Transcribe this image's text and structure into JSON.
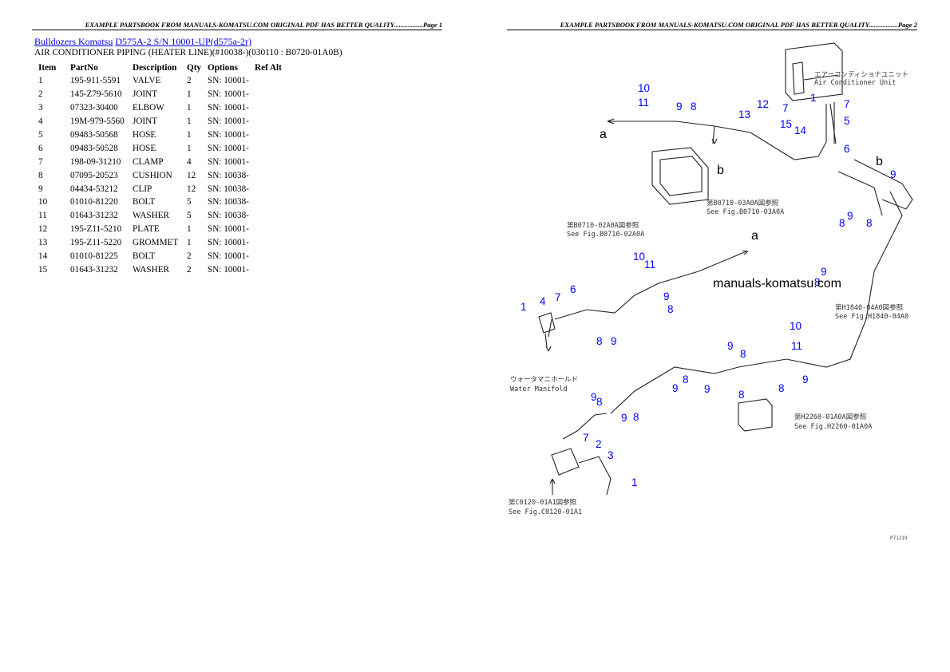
{
  "page1": {
    "header": "EXAMPLE PARTSBOOK FROM MANUALS-KOMATSU.COM ORIGINAL PDF HAS BETTER QUALITY.................Page 1",
    "breadcrumb": {
      "link1": "Bulldozers Komatsu",
      "link2": "D575A-2 S/N 10001-UP(d575a-2r)"
    },
    "subtitle": "AIR CONDITIONER PIPING (HEATER LINE)(#10038-)(030110 : B0720-01A0B)",
    "table": {
      "headers": {
        "item": "Item",
        "partno": "PartNo",
        "description": "Description",
        "qty": "Qty",
        "options": "Options",
        "refalt": "Ref Alt"
      },
      "rows": [
        {
          "item": "1",
          "partno": "195-911-5591",
          "description": "VALVE",
          "qty": "2",
          "options": "SN: 10001-"
        },
        {
          "item": "2",
          "partno": "145-Z79-5610",
          "description": "JOINT",
          "qty": "1",
          "options": "SN: 10001-"
        },
        {
          "item": "3",
          "partno": "07323-30400",
          "description": "ELBOW",
          "qty": "1",
          "options": "SN: 10001-"
        },
        {
          "item": "4",
          "partno": "19M-979-5560",
          "description": "JOINT",
          "qty": "1",
          "options": "SN: 10001-"
        },
        {
          "item": "5",
          "partno": "09483-50568",
          "description": "HOSE",
          "qty": "1",
          "options": "SN: 10001-"
        },
        {
          "item": "6",
          "partno": "09483-50528",
          "description": "HOSE",
          "qty": "1",
          "options": "SN: 10001-"
        },
        {
          "item": "7",
          "partno": "198-09-31210",
          "description": "CLAMP",
          "qty": "4",
          "options": "SN: 10001-"
        },
        {
          "item": "8",
          "partno": "07095-20523",
          "description": "CUSHION",
          "qty": "12",
          "options": "SN: 10038-"
        },
        {
          "item": "9",
          "partno": "04434-53212",
          "description": "CLIP",
          "qty": "12",
          "options": "SN: 10038-"
        },
        {
          "item": "10",
          "partno": "01010-81220",
          "description": "BOLT",
          "qty": "5",
          "options": "SN: 10038-"
        },
        {
          "item": "11",
          "partno": "01643-31232",
          "description": "WASHER",
          "qty": "5",
          "options": "SN: 10038-"
        },
        {
          "item": "12",
          "partno": "195-Z11-5210",
          "description": "PLATE",
          "qty": "1",
          "options": "SN: 10001-"
        },
        {
          "item": "13",
          "partno": "195-Z11-5220",
          "description": "GROMMET",
          "qty": "1",
          "options": "SN: 10001-"
        },
        {
          "item": "14",
          "partno": "01010-81225",
          "description": "BOLT",
          "qty": "2",
          "options": "SN: 10001-"
        },
        {
          "item": "15",
          "partno": "01643-31232",
          "description": "WASHER",
          "qty": "2",
          "options": "SN: 10001-"
        }
      ]
    }
  },
  "page2": {
    "header": "EXAMPLE PARTSBOOK FROM MANUALS-KOMATSU.COM ORIGINAL PDF HAS BETTER QUALITY.................Page 2",
    "watermark": "manuals-komatsu.com",
    "diagram": {
      "notes": {
        "ac_jp": "エアーコンディショナユニット",
        "ac_en": "Air Conditioner Unit",
        "b0710_02_jp": "第B0710-02A0A図参照",
        "b0710_02_en": "See Fig.B0710-02A0A",
        "b0710_03_jp": "第B0710-03A0A図参照",
        "b0710_03_en": "See Fig.B0710-03A0A",
        "h1840_jp": "第H1840-04A0図参照",
        "h1840_en": "See Fig.H1840-04A0",
        "water_jp": "ウォータマニホールド",
        "water_en": "Water Manifold",
        "h2260_jp": "第H2260-01A0A図参照",
        "h2260_en": "See Fig.H2260-01A0A",
        "c0120_jp": "第C0120-01A1図参照",
        "c0120_en": "See Fig.C0120-01A1",
        "footer_code": "P71219"
      },
      "letters": {
        "a": "a",
        "b": "b"
      },
      "callouts": [
        "10",
        "11",
        "9",
        "8",
        "13",
        "12",
        "7",
        "15",
        "14",
        "1",
        "7",
        "5",
        "6",
        "b",
        "9",
        "8",
        "9",
        "8",
        "10",
        "11",
        "9",
        "8",
        "9",
        "8",
        "1",
        "4",
        "7",
        "6",
        "8",
        "9",
        "10",
        "11",
        "9",
        "8",
        "9",
        "8",
        "9",
        "8",
        "9",
        "8",
        "9",
        "8",
        "7",
        "2",
        "3",
        "1"
      ]
    }
  }
}
